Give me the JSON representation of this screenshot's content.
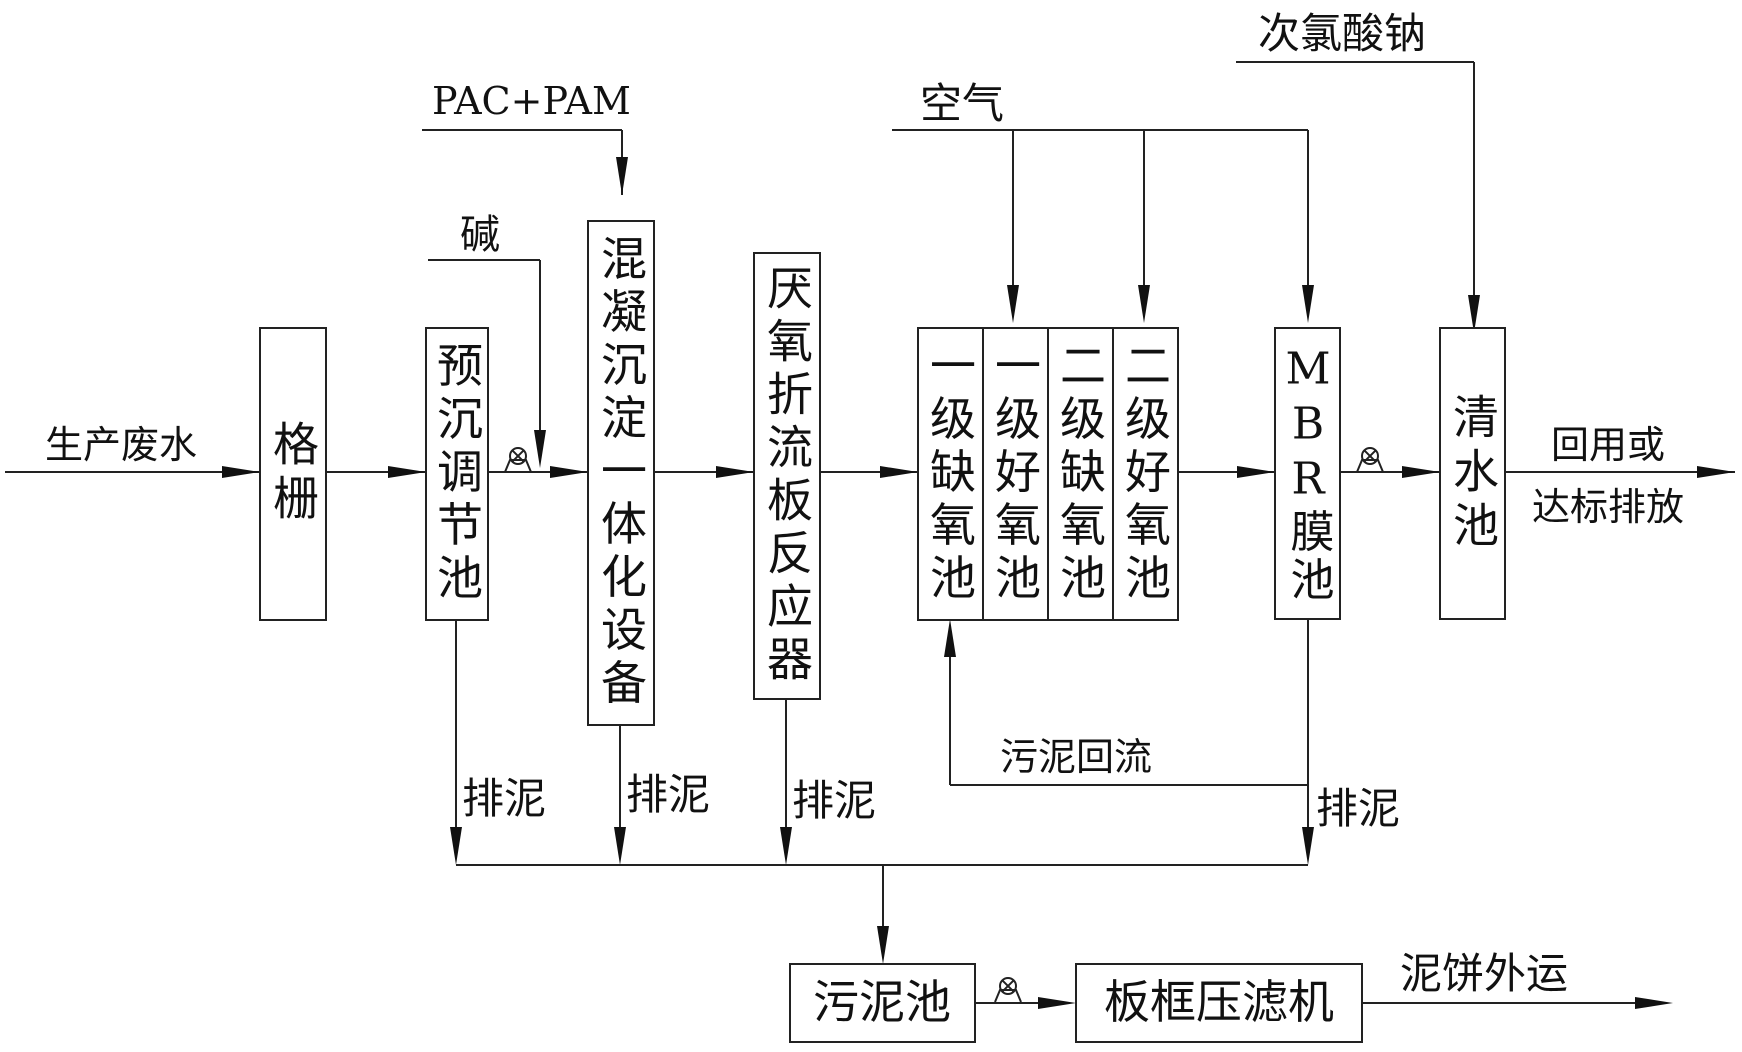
{
  "inputs": {
    "wastewater": "生产废水",
    "pac_pam": "PAC+PAM",
    "alkali": "碱",
    "air": "空气",
    "hypochlorite": "次氯酸钠"
  },
  "units": {
    "grille": "格栅",
    "pre_settling": "预沉调节池",
    "coag": "混凝沉淀一体化设备",
    "abr": "厌氧折流板反应器",
    "anoxic1": "一级缺氧池",
    "oxic1": "一级好氧池",
    "anoxic2": "二级缺氧池",
    "oxic2": "二级好氧池",
    "mbr": "MBR膜池",
    "clear": "清水池",
    "sludge_tank": "污泥池",
    "press": "板框压滤机"
  },
  "outputs": {
    "reuse_line1": "回用或",
    "reuse_line2": "达标排放",
    "cake": "泥饼外运"
  },
  "labels": {
    "sludge_discharge": "排泥",
    "sludge_return": "污泥回流"
  },
  "colors": {
    "line": "#222222",
    "background": "#ffffff"
  }
}
